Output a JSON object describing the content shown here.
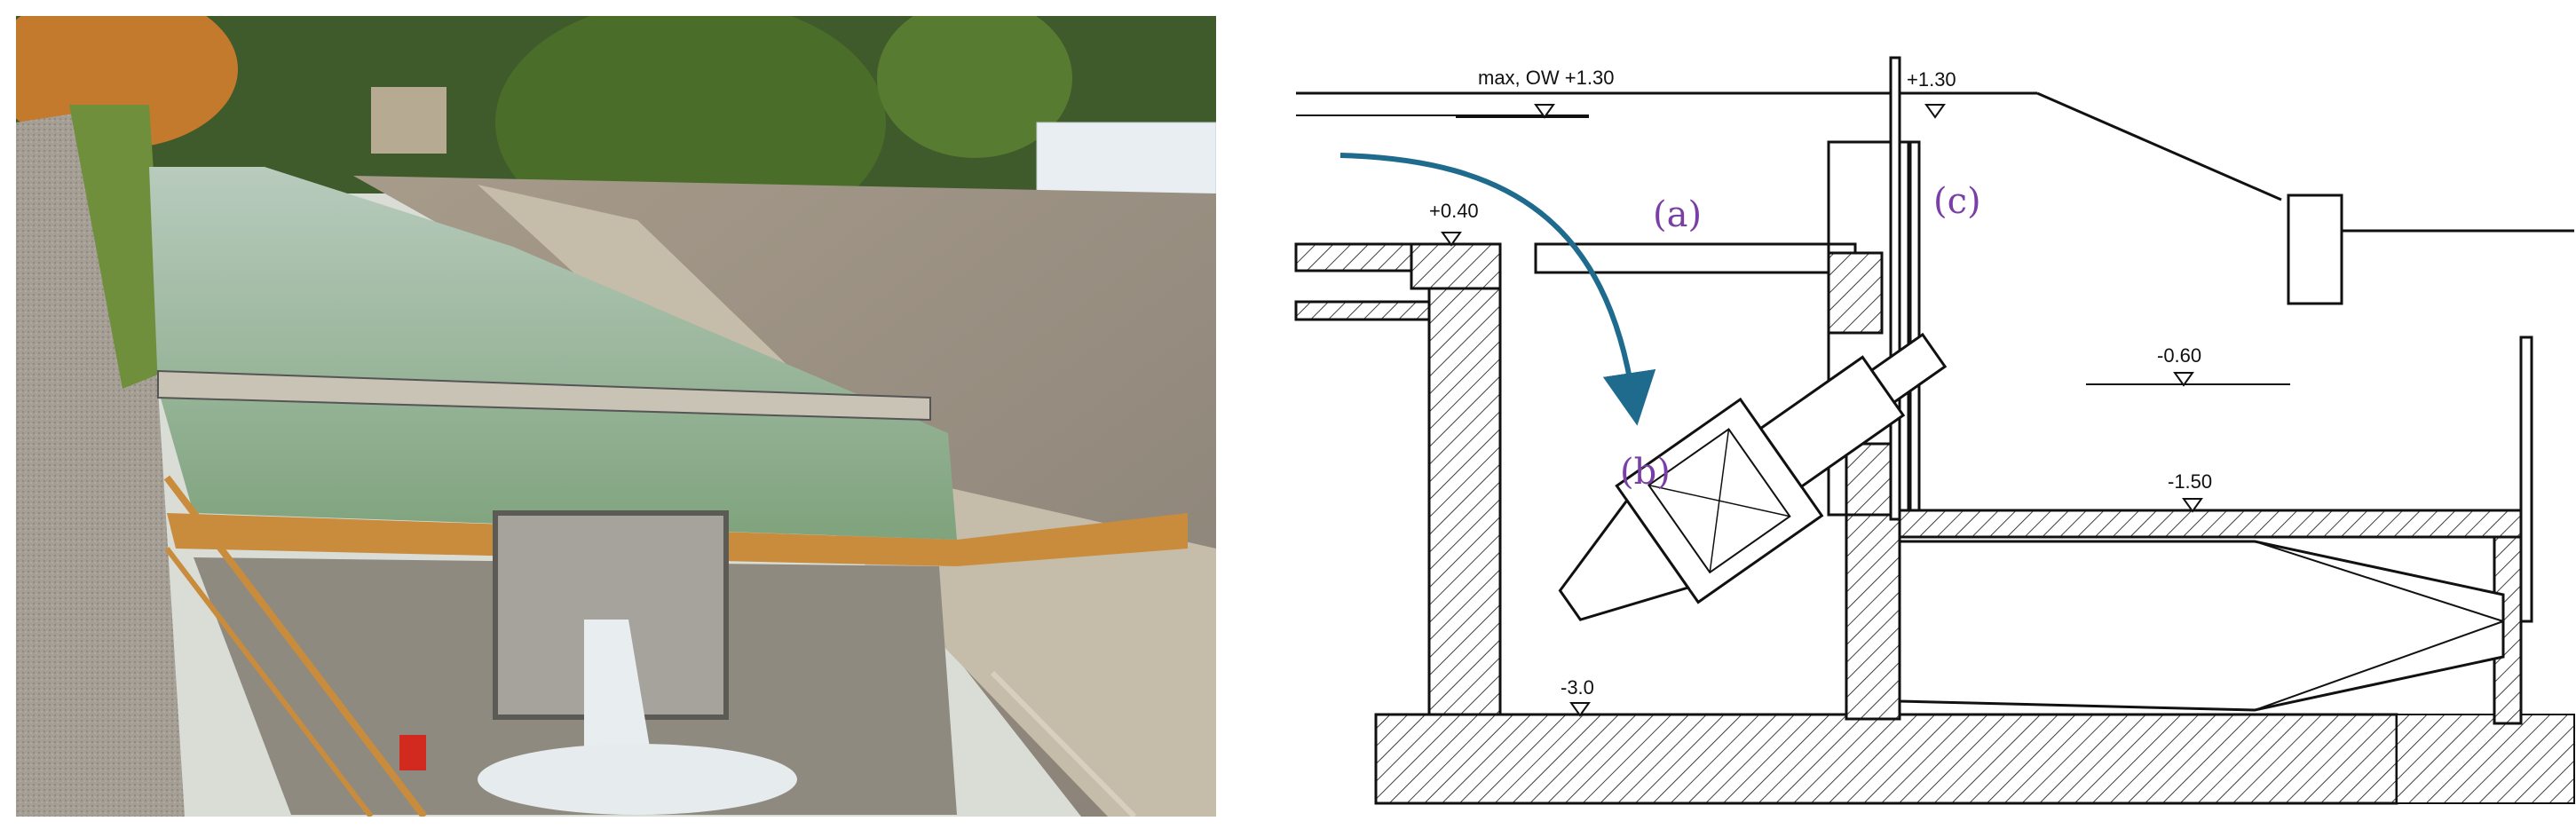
{
  "photo": {
    "colors": {
      "water": "#8fb08a",
      "grass": "#6f8f3c",
      "concrete": "#b9b3a6",
      "wood": "#c98c3c",
      "sky": "#e9eef2"
    }
  },
  "drawing": {
    "levels": {
      "max_ow": "max, OW +1.30",
      "top_gate": "+1.30",
      "slab": "+0.40",
      "tail_water": "-0.60",
      "channel_floor": "-1.50",
      "pit_floor": "-3.0"
    },
    "labels": {
      "a": "(a)",
      "b": "(b)",
      "c": "(c)"
    },
    "colors": {
      "arrow": "#1f6b8e",
      "label": "#7a3fa6",
      "line": "#111111"
    }
  }
}
